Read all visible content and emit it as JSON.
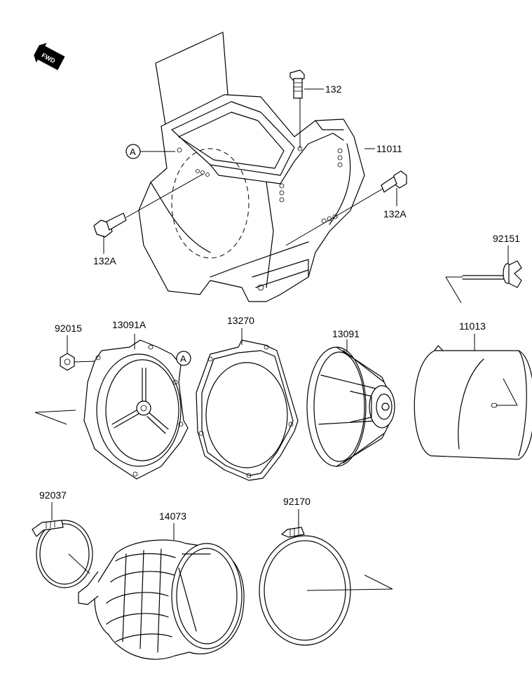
{
  "fwd_badge": "FWD",
  "ref_marker": "A",
  "labels": {
    "bolt_132": "132",
    "housing_11011": "11011",
    "bolt_132a_left": "132A",
    "bolt_132a_right": "132A",
    "bolt_92151": "92151",
    "nut_92015": "92015",
    "holder_13091a": "13091A",
    "gasket_13270": "13270",
    "frame_13091": "13091",
    "filter_11013": "11013",
    "clamp_92037": "92037",
    "duct_14073": "14073",
    "clamp_92170": "92170"
  }
}
